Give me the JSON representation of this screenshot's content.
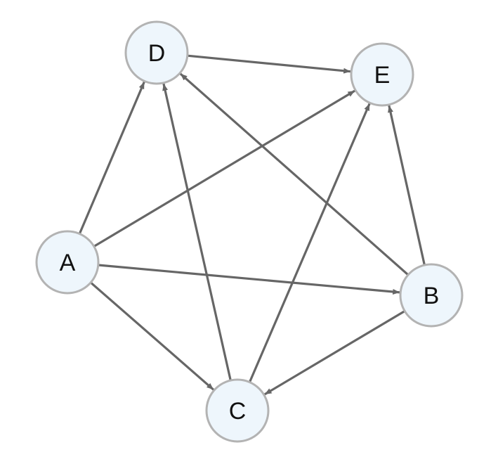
{
  "diagram": {
    "type": "directed-graph",
    "node_fill": "#eef6fc",
    "node_stroke": "#b3b3b3",
    "edge_color": "#666666",
    "nodes": [
      {
        "id": "A",
        "label": "A"
      },
      {
        "id": "B",
        "label": "B"
      },
      {
        "id": "C",
        "label": "C"
      },
      {
        "id": "D",
        "label": "D"
      },
      {
        "id": "E",
        "label": "E"
      }
    ],
    "edges": [
      {
        "from": "A",
        "to": "D"
      },
      {
        "from": "A",
        "to": "E"
      },
      {
        "from": "A",
        "to": "B"
      },
      {
        "from": "A",
        "to": "C"
      },
      {
        "from": "B",
        "to": "D"
      },
      {
        "from": "B",
        "to": "E"
      },
      {
        "from": "B",
        "to": "C"
      },
      {
        "from": "C",
        "to": "D"
      },
      {
        "from": "C",
        "to": "E"
      },
      {
        "from": "D",
        "to": "E"
      }
    ]
  }
}
